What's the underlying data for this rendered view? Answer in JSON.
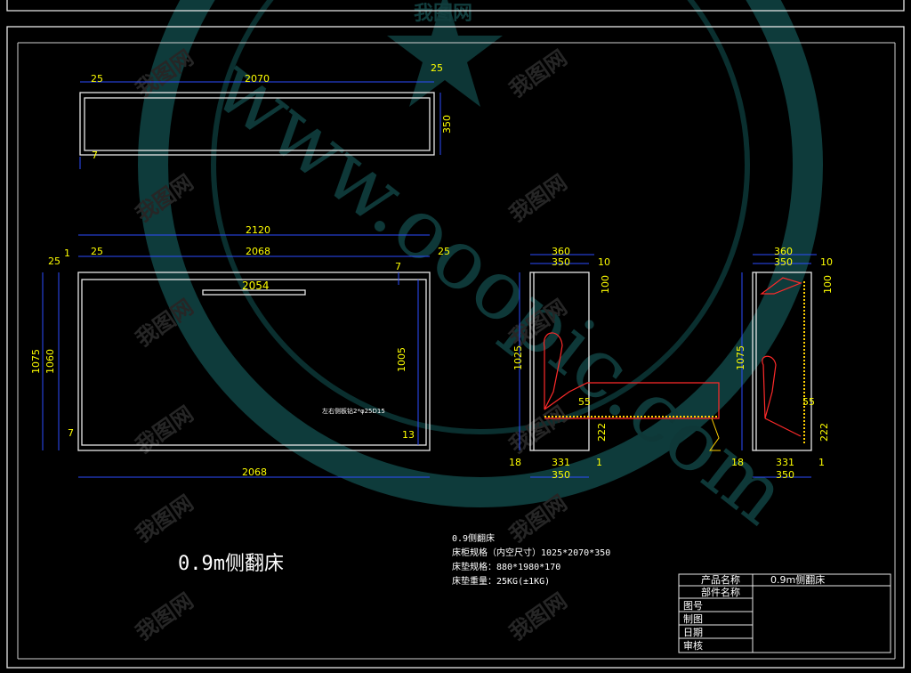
{
  "watermark": {
    "url": "www.ooopic.com",
    "site": "我图网"
  },
  "top_view": {
    "width": "2070",
    "left": "25",
    "right": "25",
    "depth": "350",
    "thick": "7"
  },
  "front_view": {
    "overall": "2120",
    "inner": "2068",
    "handle": "2054",
    "bottom": "2068",
    "left_1": "1",
    "left_25": "25",
    "right_25": "25",
    "top_7": "7",
    "top_left_25": "25",
    "h_1075": "1075",
    "h_1060": "1060",
    "inner_h": "1005",
    "bot_7": "7",
    "bot_13": "13",
    "note": "左右侧板钻2*φ25D15"
  },
  "side_view_1": {
    "w360": "360",
    "w350": "350",
    "d10": "10",
    "d100": "100",
    "h1025": "1025",
    "d55": "55",
    "d222": "222",
    "b18": "18",
    "b331": "331",
    "b1": "1",
    "b350": "350"
  },
  "side_view_2": {
    "w360": "360",
    "w350": "350",
    "d10": "10",
    "d100": "100",
    "h1075": "1075",
    "d55": "55",
    "d222": "222",
    "b18": "18",
    "b331": "331",
    "b1": "1",
    "b350": "350"
  },
  "product_title": "0.9m侧翻床",
  "specs": [
    "0.9侧翻床",
    "床柜规格（内空尺寸）1025*2070*350",
    "床垫规格：880*1980*170",
    "床垫重量：25KG(±1KG)"
  ],
  "title_block": {
    "product_name_label": "产品名称",
    "product_name_value": "0.9m侧翻床",
    "part_name_label": "部件名称",
    "rows": [
      "图号",
      "制图",
      "日期",
      "审核"
    ]
  },
  "colors": {
    "dimension": "#ffff00",
    "dim_line": "#2d4cff",
    "outline": "#e8e8e8",
    "mechanism": "#ff2a2a",
    "watermark": "#0e3b3b"
  }
}
